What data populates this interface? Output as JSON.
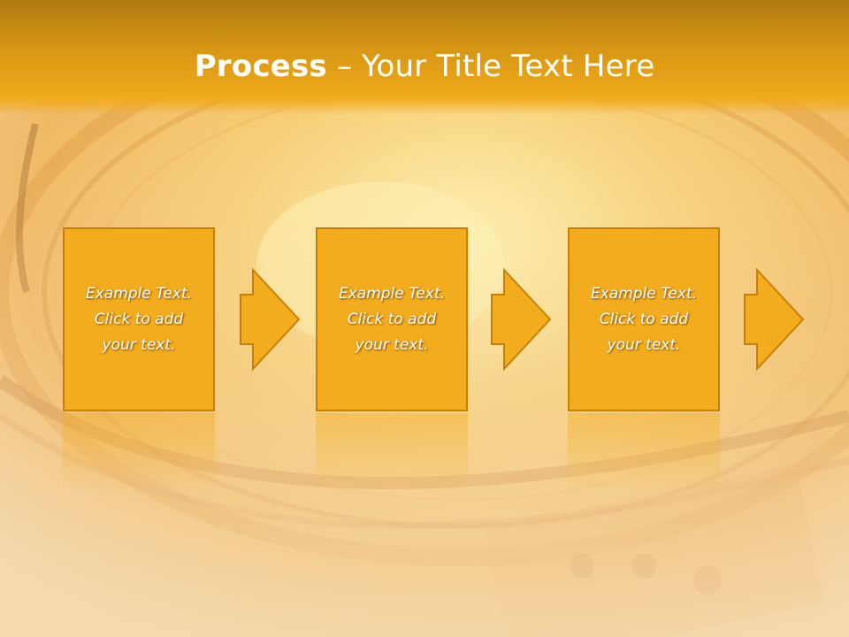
{
  "slide": {
    "title_bold": "Process",
    "title_rest": " – Your Title Text Here"
  },
  "steps": [
    {
      "text": "Example Text.\nClick  to add\nyour text."
    },
    {
      "text": "Example Text.\nClick  to add\nyour text."
    },
    {
      "text": "Example Text.\nClick  to add\nyour text."
    }
  ],
  "colors": {
    "title_bar": "#d99814",
    "box_fill": "#f3ac1d",
    "box_border": "#c97f06",
    "background": "#f3c986"
  }
}
